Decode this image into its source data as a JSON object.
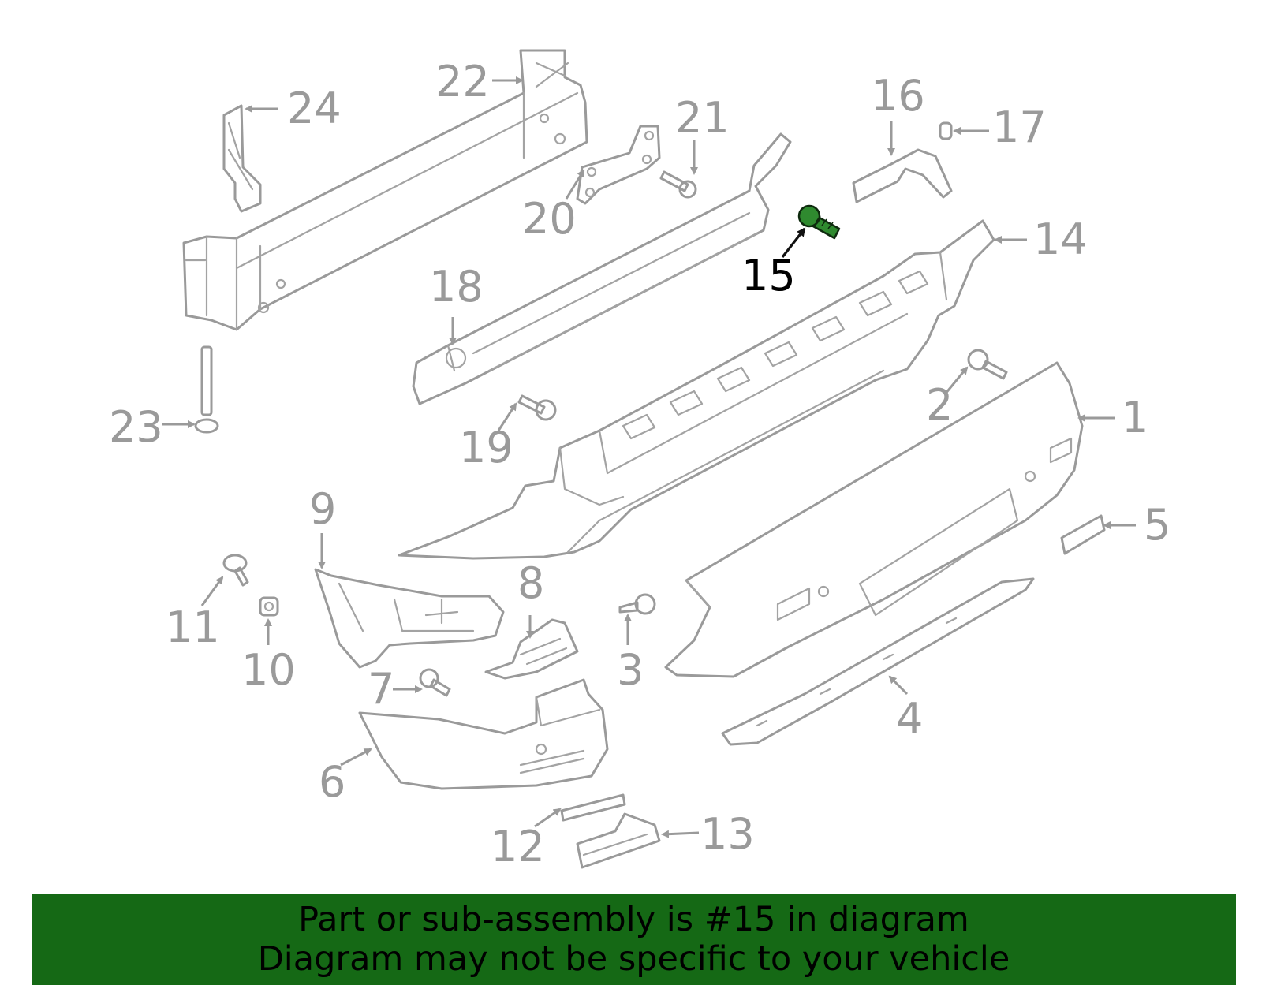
{
  "diagram": {
    "highlighted_part": "15",
    "highlight_color": "#2f8a2f",
    "part_color": "#9a9a9a",
    "callouts": [
      "1",
      "2",
      "3",
      "4",
      "5",
      "6",
      "7",
      "8",
      "9",
      "10",
      "11",
      "12",
      "13",
      "14",
      "15",
      "16",
      "17",
      "18",
      "19",
      "20",
      "21",
      "22",
      "23",
      "24"
    ]
  },
  "notice": {
    "line1": "Part or sub-assembly is #15 in diagram",
    "line2": "Diagram may not be specific to your vehicle",
    "background": "#156915"
  }
}
